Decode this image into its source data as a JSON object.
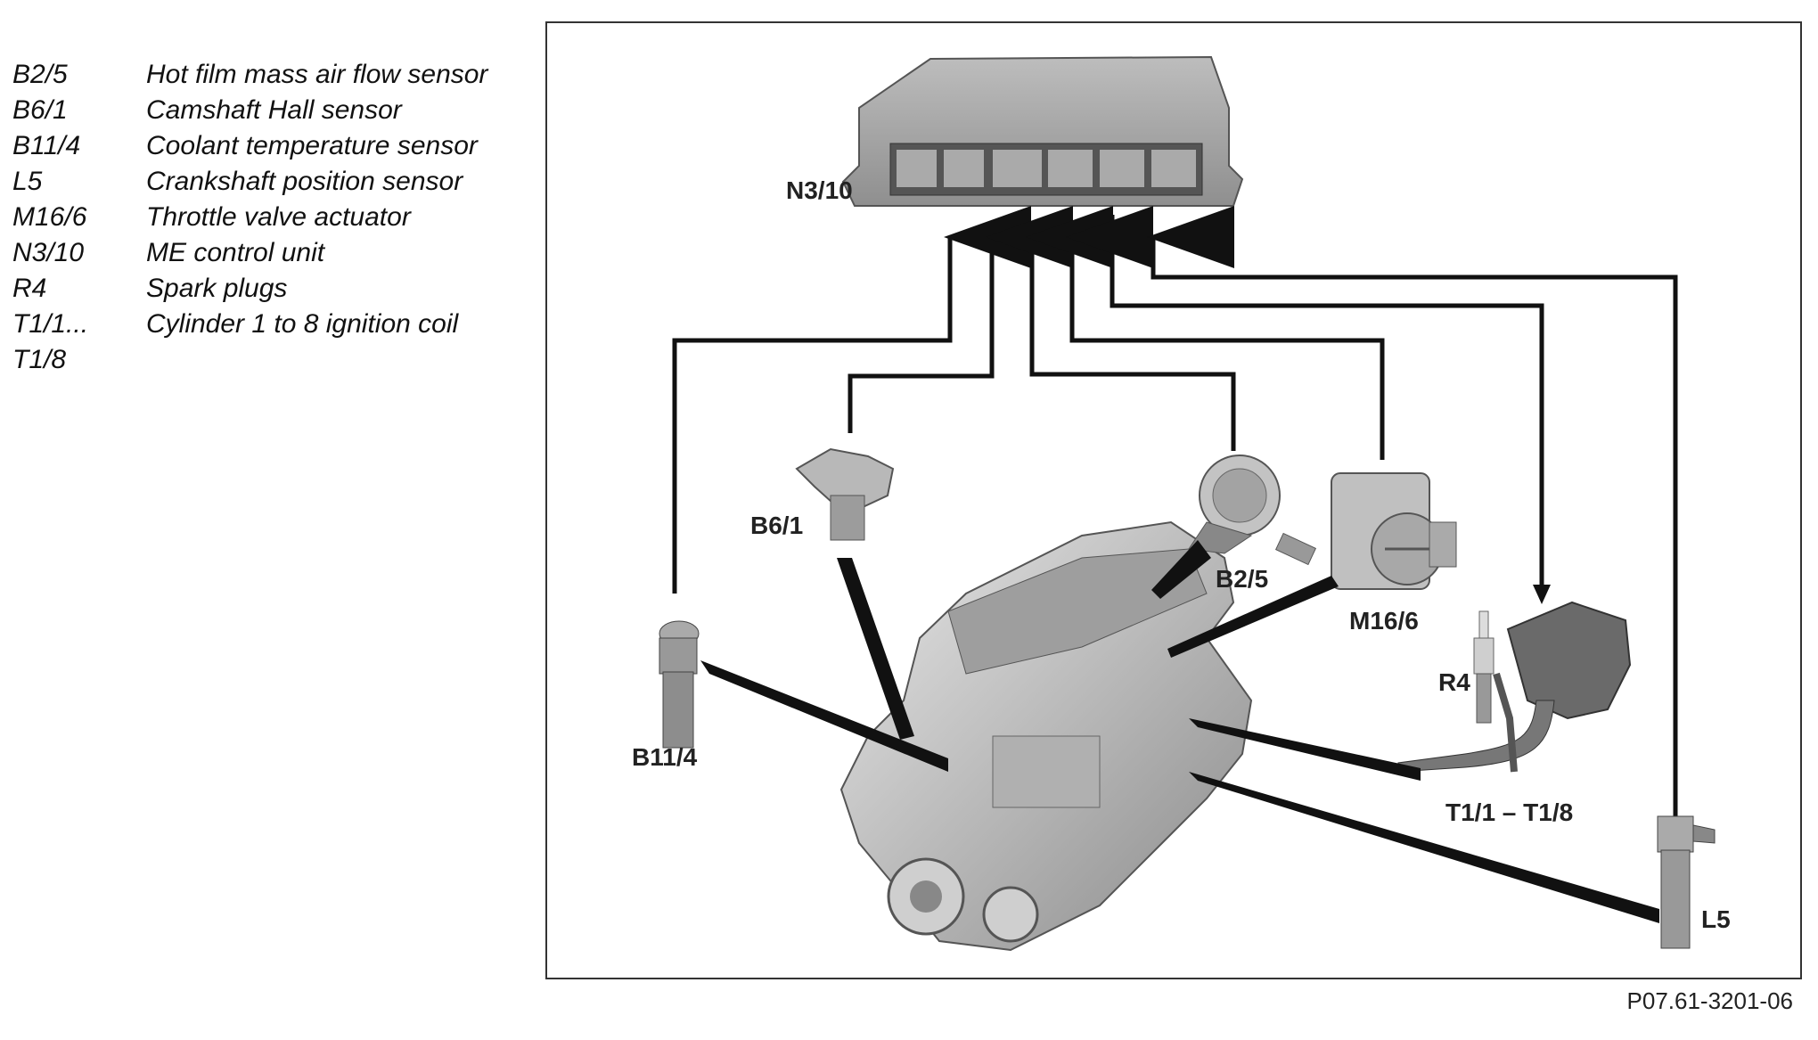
{
  "legend": [
    {
      "code": "B2/5",
      "desc": "Hot film mass air flow sensor"
    },
    {
      "code": "B6/1",
      "desc": "Camshaft Hall sensor"
    },
    {
      "code": "B11/4",
      "desc": "Coolant temperature sensor"
    },
    {
      "code": "L5",
      "desc": "Crankshaft position sensor"
    },
    {
      "code": "M16/6",
      "desc": "Throttle valve actuator"
    },
    {
      "code": "N3/10",
      "desc": "ME control unit"
    },
    {
      "code": "R4",
      "desc": "Spark plugs"
    },
    {
      "code": "T1/1...",
      "desc": "Cylinder 1 to 8 ignition coil"
    },
    {
      "code": "T1/8",
      "desc": ""
    }
  ],
  "labels": {
    "n3_10": "N3/10",
    "b6_1": "B6/1",
    "b2_5": "B2/5",
    "m16_6": "M16/6",
    "r4": "R4",
    "b11_4": "B11/4",
    "t1": "T1/1 – T1/8",
    "l5": "L5"
  },
  "figure_id": "P07.61-3201-06"
}
